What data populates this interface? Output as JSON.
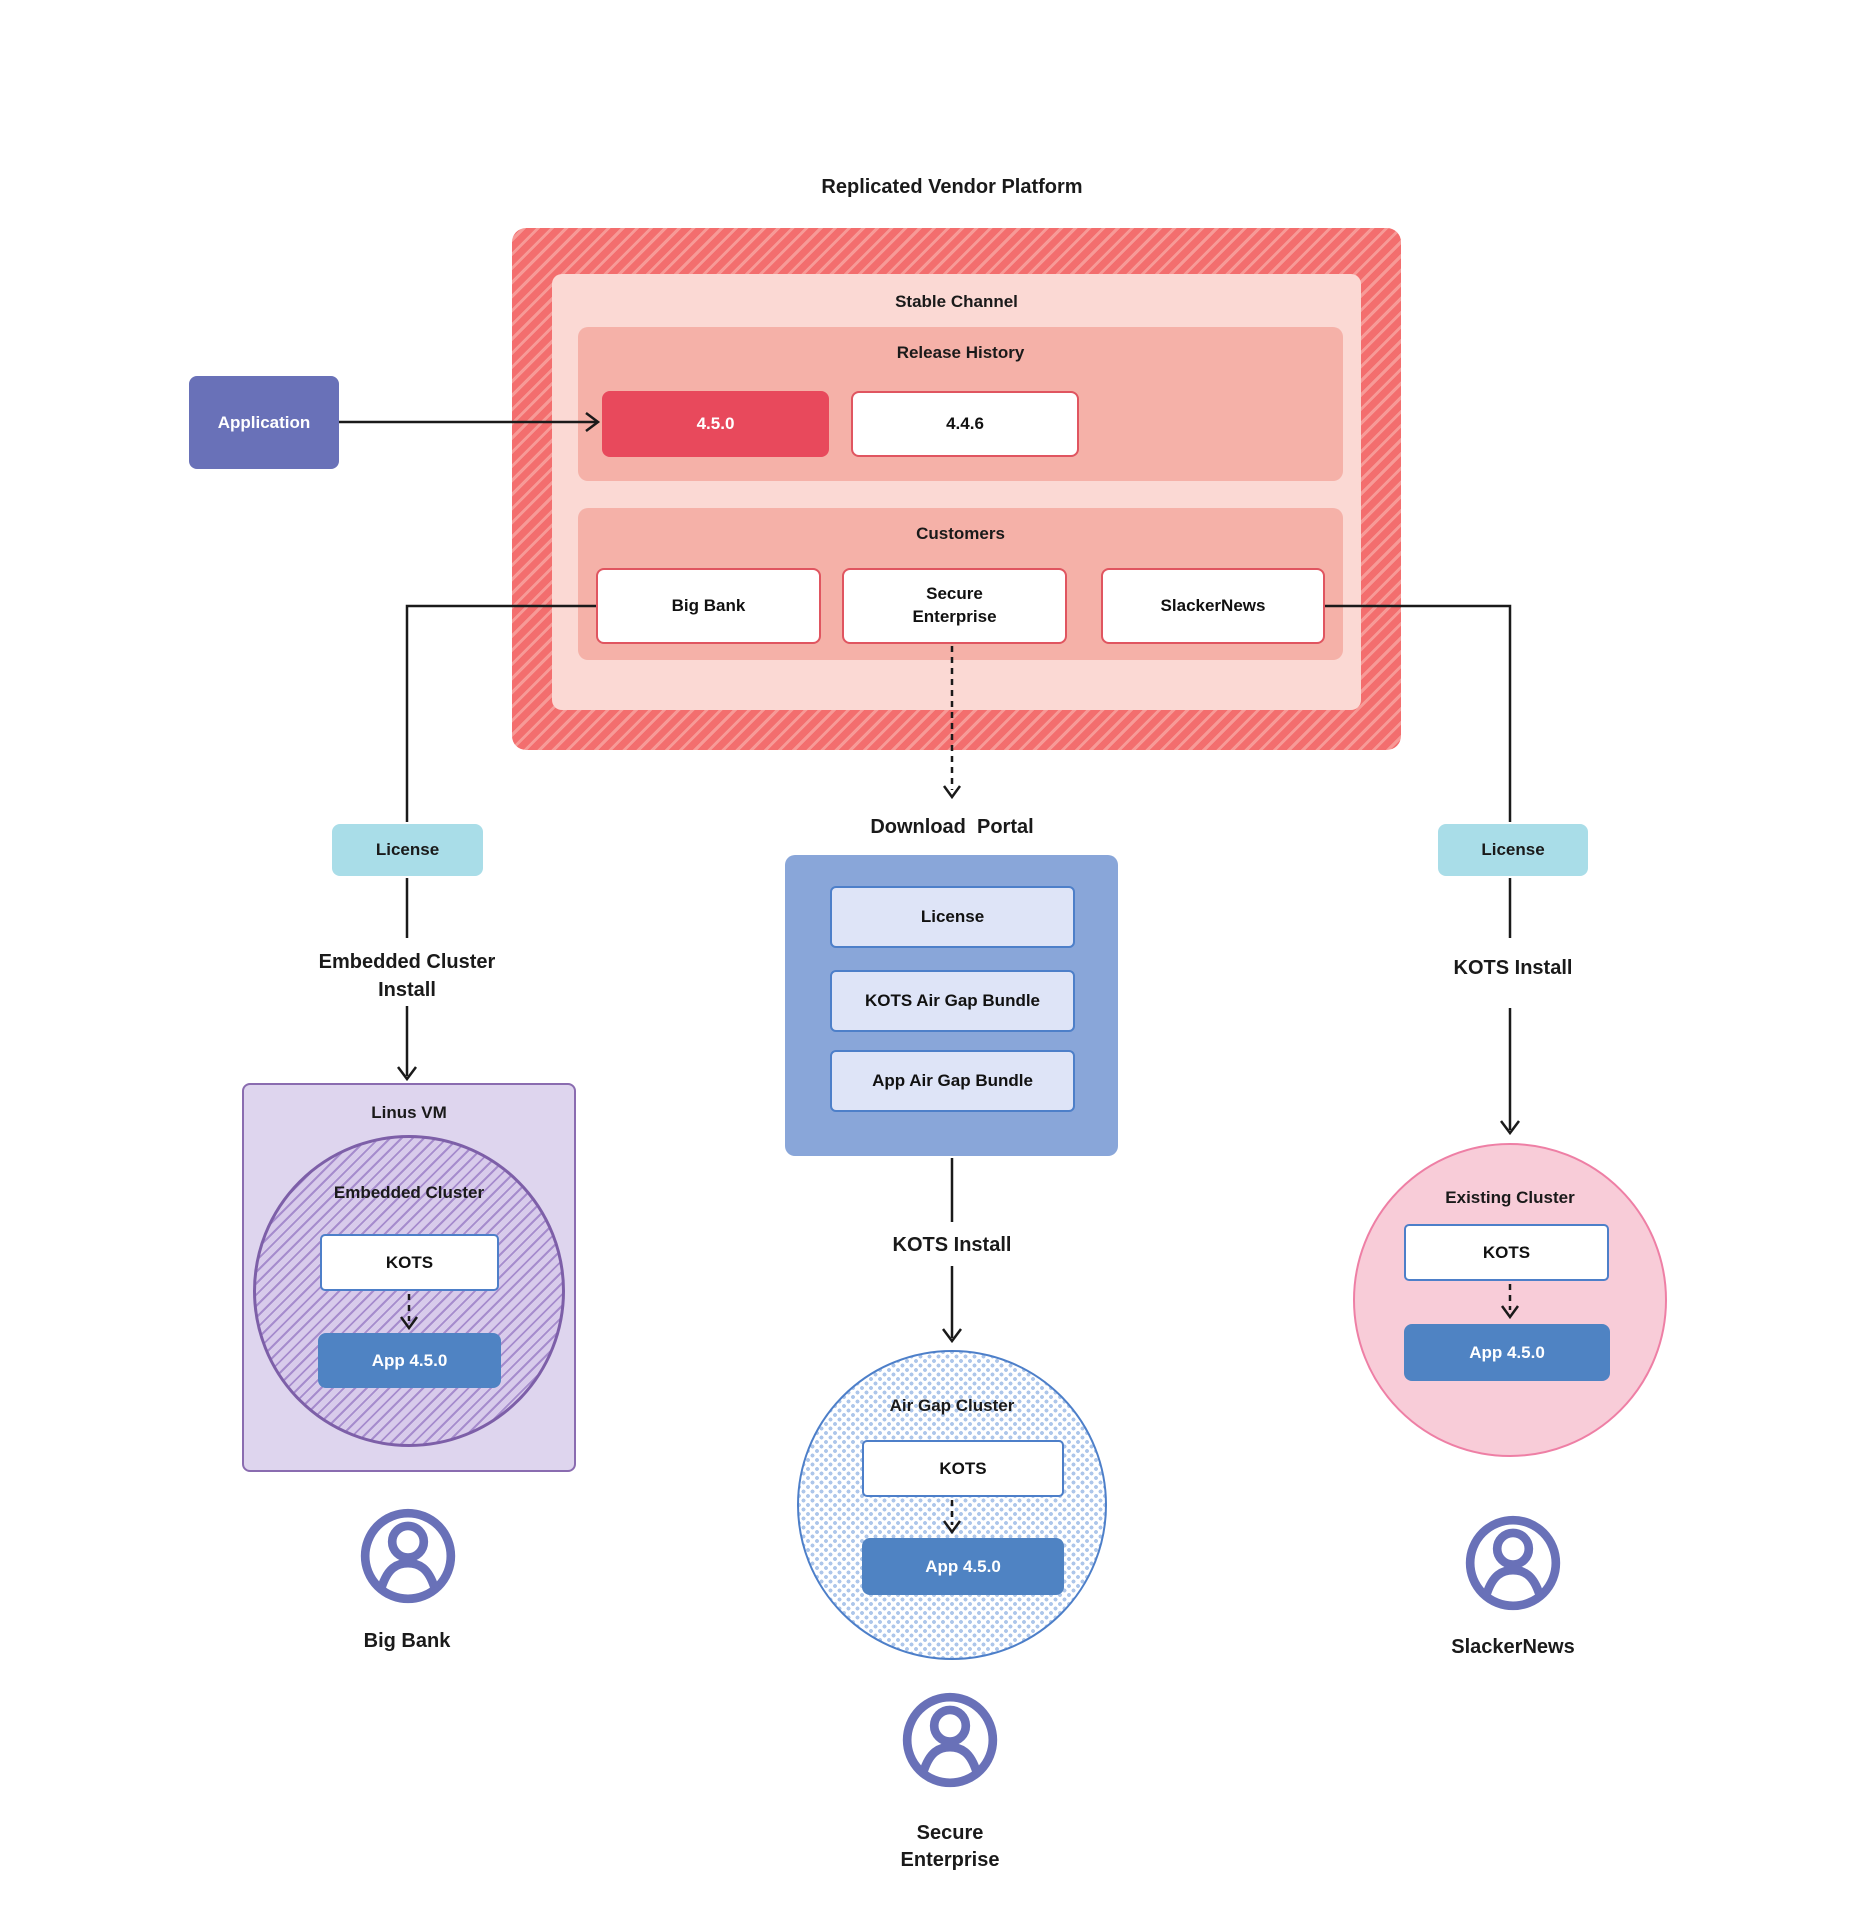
{
  "title": "Replicated Vendor Platform",
  "colors": {
    "platform_red": "#f36e6e",
    "stable_pink": "#fbd9d4",
    "section_salmon": "#f5b1a8",
    "release_current_red": "#e8495c",
    "box_border_red": "#e05560",
    "application_purple": "#6971b8",
    "license_teal": "#a9dde8",
    "portal_blue": "#89a6d9",
    "portal_item_lavender": "#dee4f7",
    "app_blue": "#4f83c3",
    "kots_border_blue": "#4d7fc9",
    "vm_fill_purple": "#ded5ee",
    "cluster_border_purple": "#7d5fa8",
    "existing_cluster_pink": "#f8ccd8",
    "existing_cluster_border": "#ee7fa5",
    "persona_icon_purple": "#6971b8"
  },
  "application": {
    "label": "Application"
  },
  "platform": {
    "stable_channel_label": "Stable Channel",
    "release_history_label": "Release History",
    "release_current": "4.5.0",
    "release_previous": "4.4.6",
    "customers_label": "Customers",
    "customers": [
      "Big Bank",
      "Secure Enterprise",
      "SlackerNews"
    ]
  },
  "download_portal": {
    "label": "Download  Portal",
    "items": [
      "License",
      "KOTS Air Gap Bundle",
      "App Air Gap Bundle"
    ]
  },
  "big_bank_flow": {
    "license_label": "License",
    "install_label": "Embedded Cluster Install",
    "vm_label": "Linus VM",
    "cluster_label": "Embedded Cluster",
    "kots_label": "KOTS",
    "app_label": "App 4.5.0",
    "persona_label": "Big Bank"
  },
  "secure_enterprise_flow": {
    "install_label": "KOTS Install",
    "cluster_label": "Air Gap Cluster",
    "kots_label": "KOTS",
    "app_label": "App 4.5.0",
    "persona_label": "Secure Enterprise"
  },
  "slackernews_flow": {
    "license_label": "License",
    "install_label": "KOTS Install",
    "cluster_label": "Existing Cluster",
    "kots_label": "KOTS",
    "app_label": "App 4.5.0",
    "persona_label": "SlackerNews"
  }
}
